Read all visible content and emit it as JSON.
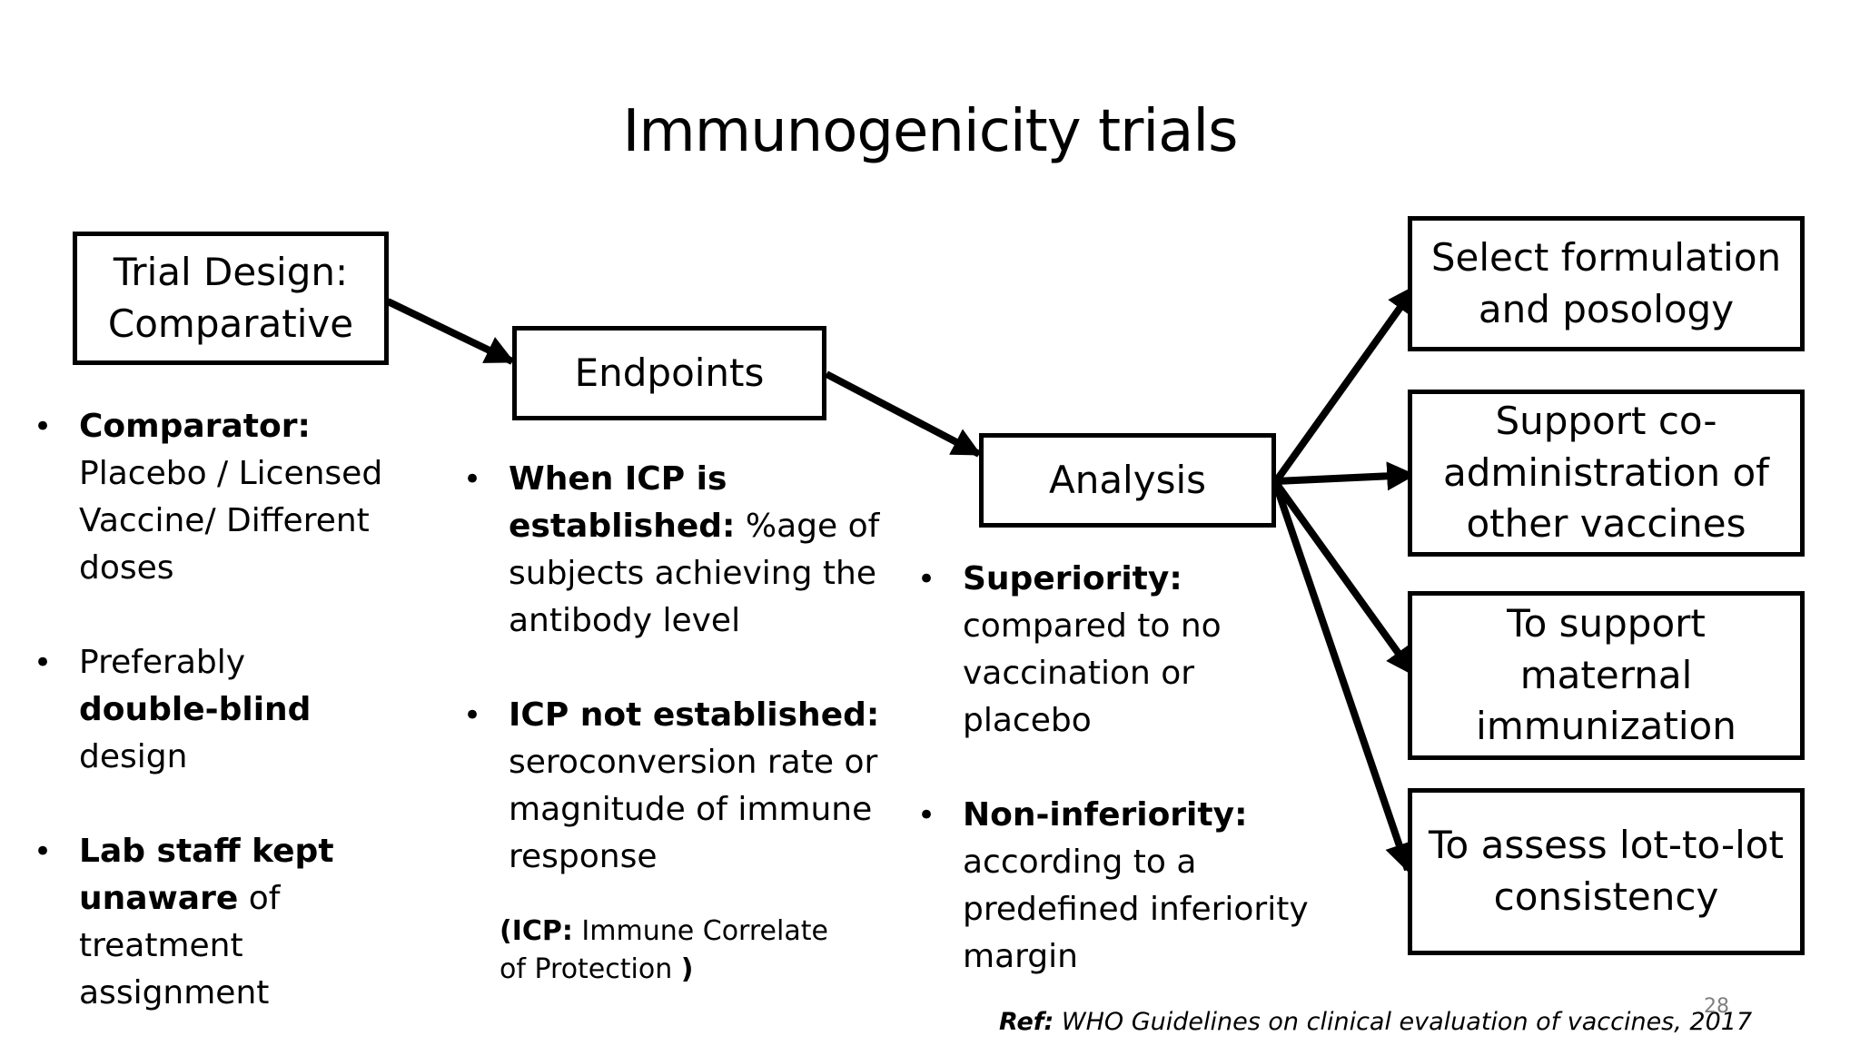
{
  "slide": {
    "title": "Immunogenicity trials",
    "page_number": "28",
    "reference": {
      "label": "Ref:",
      "text": " WHO Guidelines on clinical evaluation of vaccines, 2017"
    }
  },
  "boxes": {
    "trial_design": {
      "line1": "Trial Design:",
      "line2": "Comparative"
    },
    "endpoints": {
      "label": "Endpoints"
    },
    "analysis": {
      "label": "Analysis"
    },
    "outcomes": [
      {
        "line1": "Select formulation",
        "line2": "and posology"
      },
      {
        "line1": "Support co-",
        "line2": "administration of",
        "line3": "other vaccines"
      },
      {
        "line1": "To support",
        "line2": "maternal",
        "line3": "immunization"
      },
      {
        "line1": "To assess lot-to-lot",
        "line2": "consistency"
      }
    ]
  },
  "trial_design_bullets": [
    {
      "bold": "Comparator:",
      "text": " Placebo / Licensed Vaccine/ Different doses"
    },
    {
      "text": "Preferably ",
      "bold": "double-blind",
      "text2": " design"
    },
    {
      "bold": "Lab staff kept unaware",
      "text": " of treatment assignment"
    }
  ],
  "endpoints_bullets": [
    {
      "bold": "When ICP is established:",
      "text": " %age of subjects achieving the antibody level"
    },
    {
      "bold": "ICP not established:",
      "text": " seroconversion rate or magnitude of immune response"
    }
  ],
  "icp_note": {
    "open": "(",
    "bold": "ICP:",
    "text": " Immune Correlate of Protection ",
    "close": ")"
  },
  "analysis_bullets": [
    {
      "bold": "Superiority:",
      "text": " compared to no vaccination or placebo"
    },
    {
      "bold": "Non-inferiority:",
      "text": " according to a predefined inferiority margin"
    }
  ]
}
